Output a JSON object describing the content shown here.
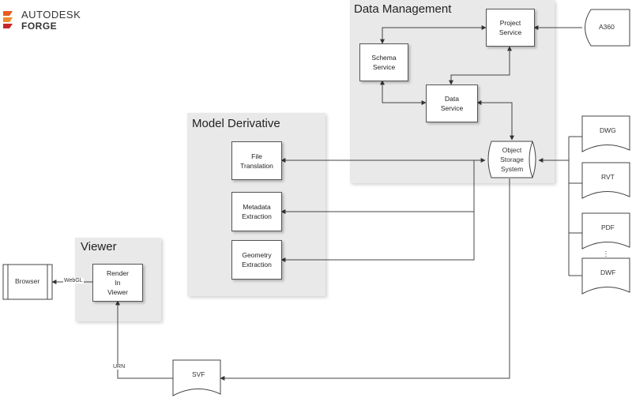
{
  "logo": {
    "line1": "AUTODESK",
    "line2": "FORGE"
  },
  "groups": {
    "data_management": "Data Management",
    "model_derivative": "Model Derivative",
    "viewer": "Viewer"
  },
  "nodes": {
    "project_service": "Project\nService",
    "schema_service": "Schema\nService",
    "data_service": "Data\nService",
    "a360": "A360",
    "object_storage": "Object\nStorage\nSystem",
    "dwg": "DWG",
    "rvt": "RVT",
    "pdf": "PDF",
    "dwf": "DWF",
    "file_translation": "File\nTranslation",
    "metadata_extraction": "Metadata\nExtraction",
    "geometry_extraction": "Geometry\nExtraction",
    "render_in_viewer": "Render\nIn\nViewer",
    "browser": "Browser",
    "svf": "SVF"
  },
  "edge_labels": {
    "webgl": "WebGL",
    "urn": "URN"
  }
}
